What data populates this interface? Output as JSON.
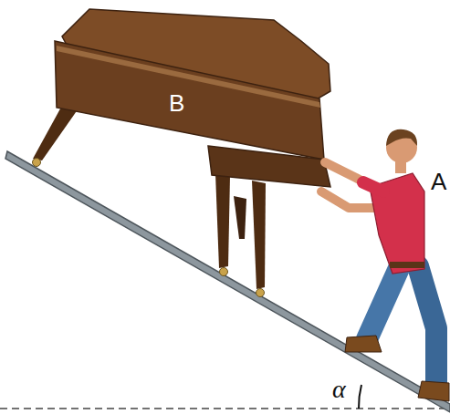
{
  "diagram": {
    "labels": [
      "B",
      "A",
      "α"
    ]
  }
}
